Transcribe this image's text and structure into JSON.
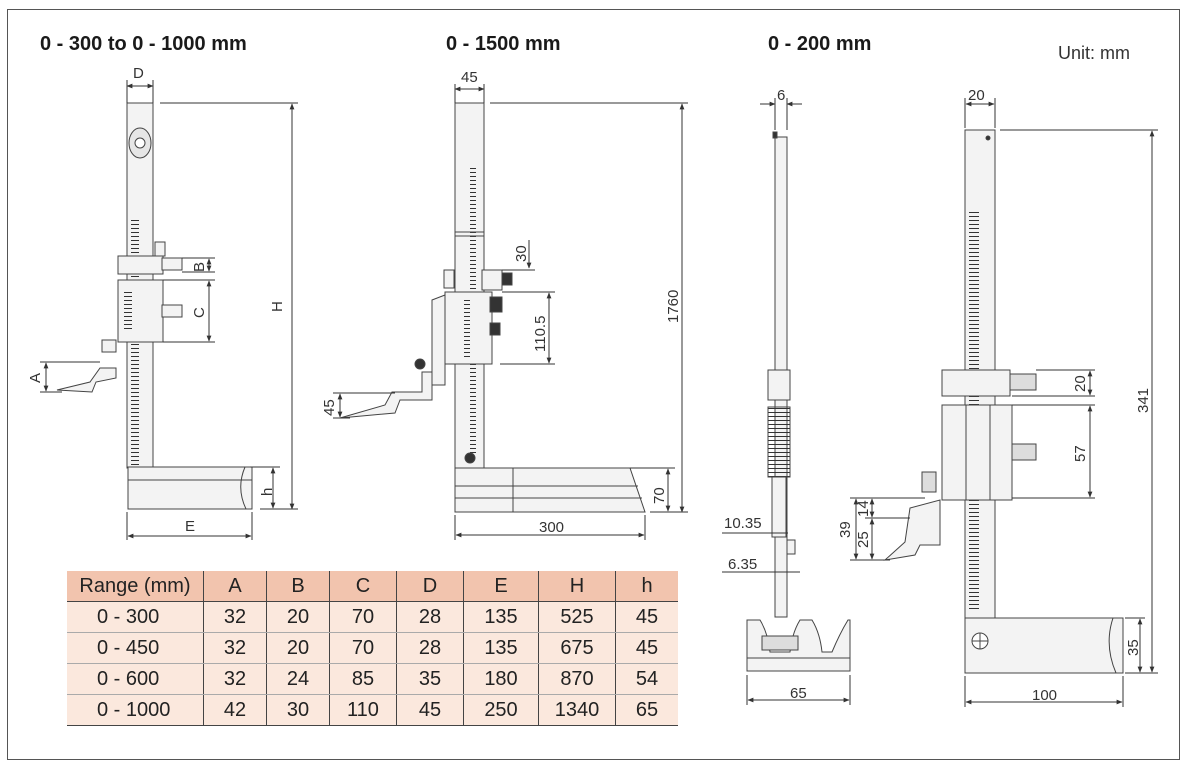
{
  "titles": {
    "left": "0 - 300 to 0 - 1000 mm",
    "middle": "0 - 1500 mm",
    "right": "0 - 200 mm",
    "unit": "Unit: mm"
  },
  "dimensions": {
    "left": {
      "D": "D",
      "B": "B",
      "C": "C",
      "H": "H",
      "A": "A",
      "h": "h",
      "E": "E"
    },
    "middle": {
      "w45": "45",
      "d30": "30",
      "d110_5": "110.5",
      "d1760": "1760",
      "d45b": "45",
      "d70": "70",
      "d300": "300"
    },
    "side": {
      "d6": "6",
      "d10_35": "10.35",
      "d6_35": "6.35",
      "d65": "65"
    },
    "front": {
      "d20top": "20",
      "d341": "341",
      "d20": "20",
      "d57": "57",
      "d14": "14",
      "d25": "25",
      "d39": "39",
      "d35": "35",
      "d100": "100"
    }
  },
  "table": {
    "headers": [
      "Range (mm)",
      "A",
      "B",
      "C",
      "D",
      "E",
      "H",
      "h"
    ],
    "rows": [
      [
        "0 - 300",
        "32",
        "20",
        "70",
        "28",
        "135",
        "525",
        "45"
      ],
      [
        "0 - 450",
        "32",
        "20",
        "70",
        "28",
        "135",
        "675",
        "45"
      ],
      [
        "0 - 600",
        "32",
        "24",
        "85",
        "35",
        "180",
        "870",
        "54"
      ],
      [
        "0 - 1000",
        "42",
        "30",
        "110",
        "45",
        "250",
        "1340",
        "65"
      ]
    ]
  },
  "colors": {
    "header_bg": "#f2c4ae",
    "row_bg": "#fbe8dd",
    "line": "#333333"
  }
}
